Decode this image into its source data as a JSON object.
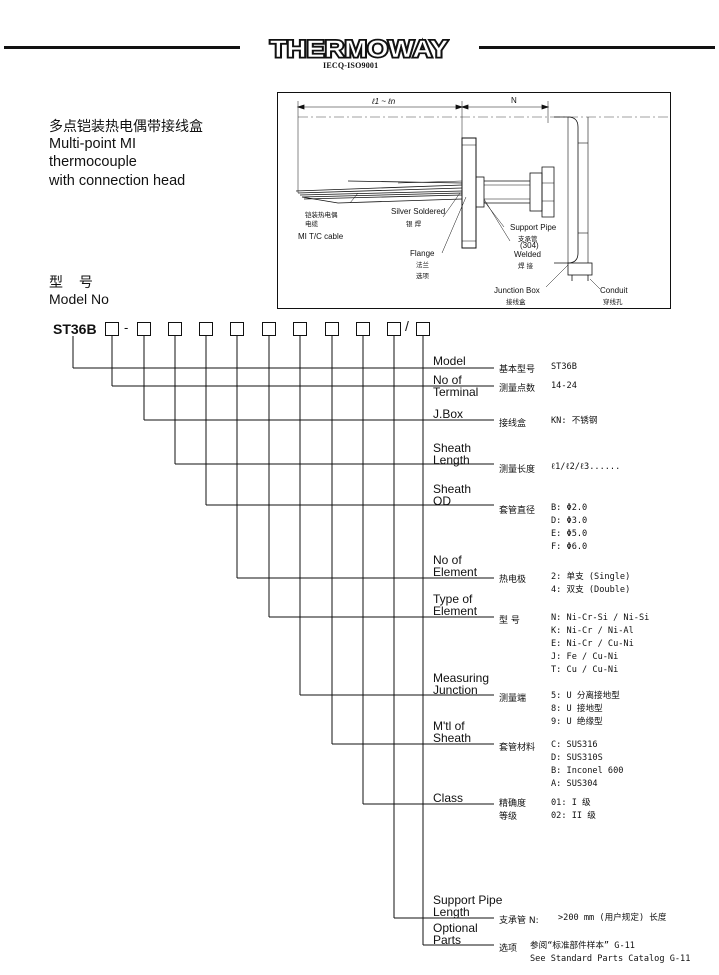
{
  "header": {
    "brand": "THERMOWAY",
    "certification": "IECQ-ISO9001"
  },
  "product": {
    "title_cn": "多点铠装热电偶带接线盒",
    "title_en_lines": [
      "Multi-point MI",
      "thermocouple",
      "with connection head"
    ]
  },
  "model_section": {
    "label_cn": "型 号",
    "label_en": "Model No",
    "code_prefix": "ST36B",
    "separator": "-",
    "slash": "/"
  },
  "diagram": {
    "dim_length": "ℓ1 ~ ℓn",
    "dim_n": "N",
    "callouts": {
      "cable_cn": "铠装热电偶\n电缆",
      "cable_en": "MI T/C cable",
      "silver_en": "Silver Soldered",
      "silver_cn": "银 焊",
      "flange_en": "Flange",
      "flange_cn": "法兰",
      "flange_opt": "选项",
      "support_en": "Support Pipe",
      "support_cn": "支承管",
      "support_code": "(304)",
      "welded_en": "Welded",
      "welded_cn": "焊 接",
      "jbox_en": "Junction Box",
      "jbox_cn": "接线盒",
      "conduit_en": "Conduit",
      "conduit_cn": "穿线孔"
    }
  },
  "spec_rows": [
    {
      "label": "Model",
      "cn": "基本型号",
      "values": [
        "ST36B"
      ]
    },
    {
      "label": "No of\nTerminal",
      "cn": "测量点数",
      "values": [
        "14-24"
      ]
    },
    {
      "label": "J.Box",
      "cn": "接线盒",
      "values": [
        "KN: 不锈钢"
      ]
    },
    {
      "label": "Sheath\nLength",
      "cn": "测量长度",
      "values": [
        "ℓ1/ℓ2/ℓ3......"
      ]
    },
    {
      "label": "Sheath\nOD",
      "cn": "套管直径",
      "values": [
        "B: Φ2.0",
        "D: Φ3.0",
        "E: Φ5.0",
        "F: Φ6.0"
      ]
    },
    {
      "label": "No of\nElement",
      "cn": "热电极",
      "values": [
        "2: 单支 (Single)",
        "4: 双支 (Double)"
      ]
    },
    {
      "label": "Type of\nElement",
      "cn": "型 号",
      "values": [
        "N: Ni-Cr-Si / Ni-Si",
        "K: Ni-Cr / Ni-Al",
        "E: Ni-Cr / Cu-Ni",
        "J: Fe / Cu-Ni",
        "T: Cu / Cu-Ni"
      ]
    },
    {
      "label": "Measuring\nJunction",
      "cn": "测量端",
      "values": [
        "5: U 分离接地型",
        "8: U 接地型",
        "9: U 绝缘型"
      ]
    },
    {
      "label": "M'tl of\nSheath",
      "cn": "套管材料",
      "values": [
        "C: SUS316",
        "D: SUS310S",
        "B: Inconel 600",
        "A: SUS304"
      ]
    },
    {
      "label": "Class",
      "cn": "精确度\n等级",
      "values": [
        "01: I 级",
        "02: II 级"
      ]
    },
    {
      "label": "Support Pipe\nLength",
      "cn": "支承管 N:",
      "values": [
        ">200 mm (用户规定) 长度"
      ]
    },
    {
      "label": "Optional\nParts",
      "cn": "选项",
      "values": [
        "参阅“标准部件样本” G-11"
      ]
    }
  ],
  "footer_note": "See Standard Parts Catalog G-11"
}
